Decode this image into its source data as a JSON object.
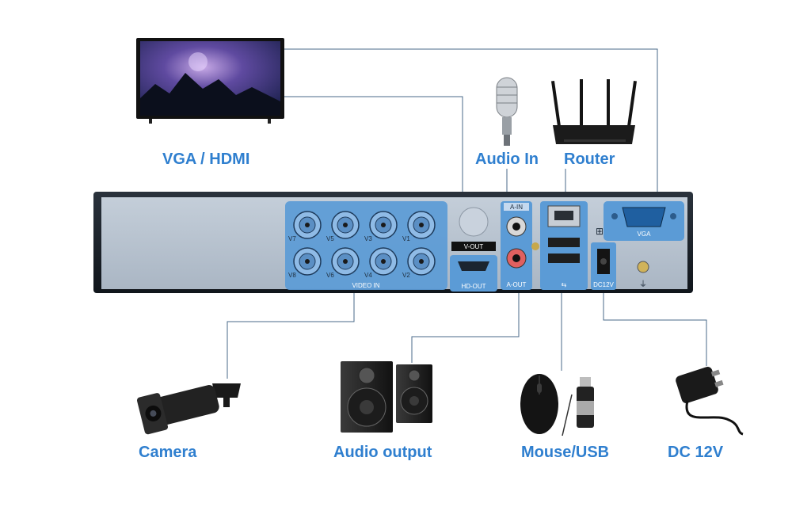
{
  "labels": {
    "vga_hdmi": "VGA / HDMI",
    "audio_in": "Audio In",
    "router": "Router",
    "camera": "Camera",
    "audio_output": "Audio output",
    "mouse_usb": "Mouse/USB",
    "dc12v": "DC 12V"
  },
  "panel": {
    "video_in": "VIDEO IN",
    "channels_top": [
      "V7",
      "V5",
      "V3",
      "V1"
    ],
    "channels_bottom": [
      "V8",
      "V6",
      "V4",
      "V2"
    ],
    "v_out": "V-OUT",
    "hd_out": "HD-OUT",
    "a_in": "A-IN",
    "a_out": "A-OUT",
    "vga": "VGA",
    "dc12v": "DC12V"
  },
  "colors": {
    "accent": "#2f7fcf",
    "panel_blue": "#5b9bd6",
    "chassis": "#1e242c",
    "panel_gray": "#b9c4d1",
    "line": "#4a6a8a"
  }
}
